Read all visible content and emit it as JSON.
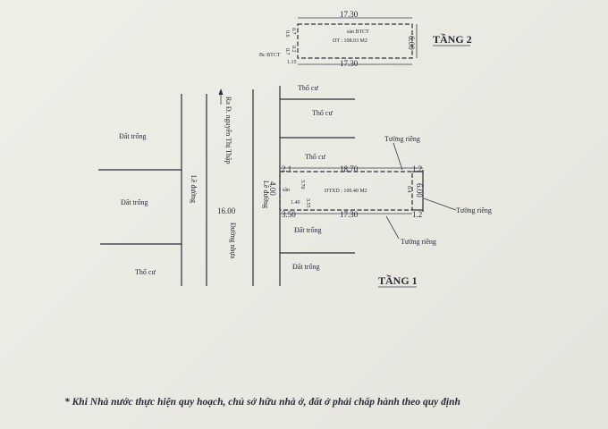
{
  "floor2": {
    "title": "TẦNG 2",
    "top_length": "17.30",
    "bottom_length": "17.30",
    "width": "6.00",
    "roof": "sàn BTCT",
    "area": "DT : 108.03 M2",
    "left_edge": "1.15",
    "canopy": "Bc BTCT",
    "side_a": "0.7",
    "side_b": "0.6",
    "side_c": "0.2",
    "side_d": "0.7"
  },
  "floor1": {
    "title": "TẦNG 1",
    "top_length": "18.70",
    "bottom_length": "17.30",
    "width": "6.00",
    "area": "DTXD : 109.40 M2",
    "left_top": "2.1",
    "left_bottom": "3.50",
    "right_top": "1.2",
    "right_bottom": "1.2",
    "front_a": "3.70",
    "front_b": "1.40",
    "front_c": "3.55",
    "left_small": "sân",
    "right_small": "0.4",
    "wall_top": "Tường riêng",
    "wall_right": "Tường riêng",
    "wall_bottom": "Tường riêng"
  },
  "street": {
    "direction": "Ra Đ. nguyễn Thị Thập",
    "left_margin": "Lề đường",
    "right_margin": "Lề đường",
    "width": "16.00",
    "surface": "Đường nhựa",
    "right_margin_width": "4.00"
  },
  "lots": {
    "left_top": "Đất trống",
    "left_mid": "Đất trống",
    "left_bottom": "Thổ cư",
    "right_1": "Thổ cư",
    "right_2": "Thổ cư",
    "right_3": "Thổ cư",
    "right_4": "Đất trống",
    "right_5": "Đất trống"
  },
  "note": "* Khi Nhà nước thực hiện quy hoạch, chủ sở hữu nhà ở, đất ở phải chấp hành theo quy định"
}
